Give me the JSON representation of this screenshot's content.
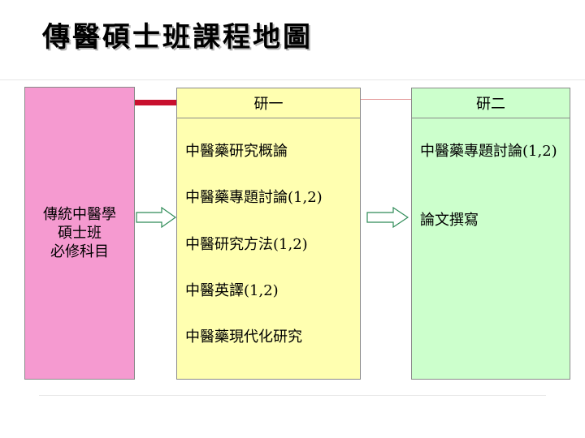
{
  "title": "傳醫碩士班課程地圖",
  "core": {
    "lines": [
      "傳統中醫學",
      "碩士班",
      "必修科目"
    ]
  },
  "year1": {
    "header": "研一",
    "courses": [
      "中醫藥研究概論",
      "中醫藥專題討論(1,2)",
      "中醫研究方法(1,2)",
      "中醫英譯(1,2)",
      "中醫藥現代化研究"
    ]
  },
  "year2": {
    "header": "研二",
    "courses": [
      "中醫藥專題討論(1,2)",
      "論文撰寫"
    ]
  },
  "colors": {
    "core_fill": "#f59ad0",
    "year1_fill": "#ffffb0",
    "year2_fill": "#ccffcc",
    "connector": "#c8102e"
  }
}
